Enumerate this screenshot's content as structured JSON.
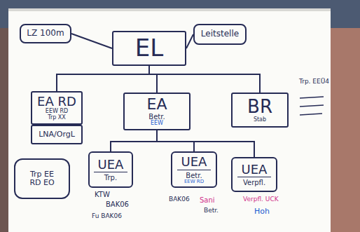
{
  "diagram": {
    "nodes": [
      {
        "text": [
          "LZ 100m"
        ]
      },
      {
        "text": [
          "EL"
        ]
      },
      {
        "text": [
          "Leitstelle"
        ]
      },
      {
        "text": [
          "EA RD",
          "EEW RD",
          "Trp XX"
        ]
      },
      {
        "text": [
          "LNA/OrgL"
        ]
      },
      {
        "text": [
          "EA",
          "Betr.",
          "EEW"
        ]
      },
      {
        "text": [
          "BR",
          "Stab"
        ]
      },
      {
        "text": [
          "Trp EE",
          "RD EO"
        ]
      },
      {
        "text": [
          "UEA",
          "Trp."
        ]
      },
      {
        "text": [
          "UEA",
          "Betr.",
          "EEW RD"
        ]
      },
      {
        "text": [
          "UEA",
          "Verpfl."
        ]
      }
    ],
    "edges": [
      {
        "from": 1,
        "to": 0,
        "arrow": "none"
      },
      {
        "from": 1,
        "to": 2,
        "arrow": "none"
      },
      {
        "from": 1,
        "to": 3,
        "arrow": "none"
      },
      {
        "from": 1,
        "to": 5,
        "arrow": "none"
      },
      {
        "from": 1,
        "to": 6,
        "arrow": "none"
      },
      {
        "from": 5,
        "to": 8,
        "arrow": "none"
      },
      {
        "from": 5,
        "to": 9,
        "arrow": "none"
      },
      {
        "from": 5,
        "to": 10,
        "arrow": "none"
      }
    ],
    "labels": [
      "Trp. EEÜ4",
      "KTW",
      "BAK06",
      "Fu BAK06",
      "BAK06",
      "Sani",
      "Betr.",
      "Verpfl. UCK",
      "Hoh"
    ]
  }
}
